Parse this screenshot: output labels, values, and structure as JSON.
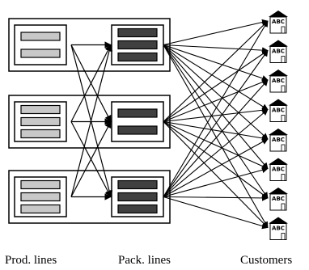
{
  "labels": {
    "prod": "Prod. lines",
    "pack": "Pack. lines",
    "customers": "Customers"
  },
  "customer_icon_text": "ABC",
  "colors": {
    "prod_bar": "#c8c8c8",
    "pack_bar": "#404040",
    "stroke": "#000000"
  },
  "plants": [
    {
      "name": "plant-1",
      "prod_bars": 2,
      "pack_bars": 3
    },
    {
      "name": "plant-2",
      "prod_bars": 3,
      "pack_bars": 2
    },
    {
      "name": "plant-3",
      "prod_bars": 3,
      "pack_bars": 3
    }
  ],
  "customer_count": 8
}
